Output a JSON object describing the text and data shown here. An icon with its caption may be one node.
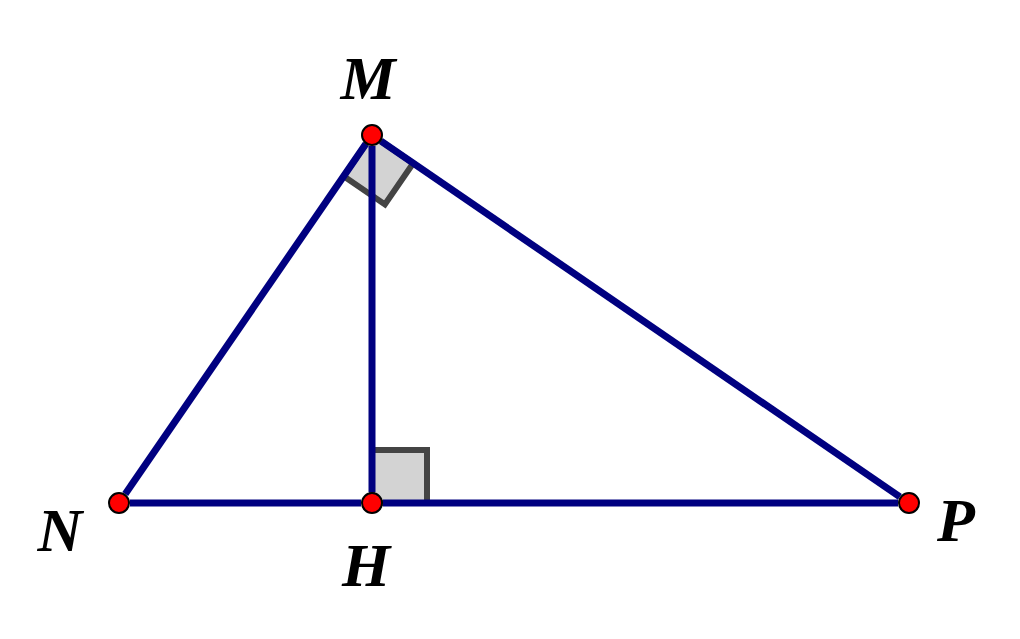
{
  "diagram": {
    "nodes": [
      {
        "text": [
          "M"
        ]
      },
      {
        "text": [
          "N"
        ]
      },
      {
        "text": [
          "H"
        ]
      },
      {
        "text": [
          "P"
        ]
      }
    ],
    "edges": [
      {
        "from": 0,
        "to": 1,
        "arrow": "none"
      },
      {
        "from": 0,
        "to": 2,
        "arrow": "none"
      },
      {
        "from": 0,
        "to": 3,
        "arrow": "none"
      },
      {
        "from": 1,
        "to": 2,
        "arrow": "none"
      },
      {
        "from": 2,
        "to": 3,
        "arrow": "none"
      }
    ]
  }
}
